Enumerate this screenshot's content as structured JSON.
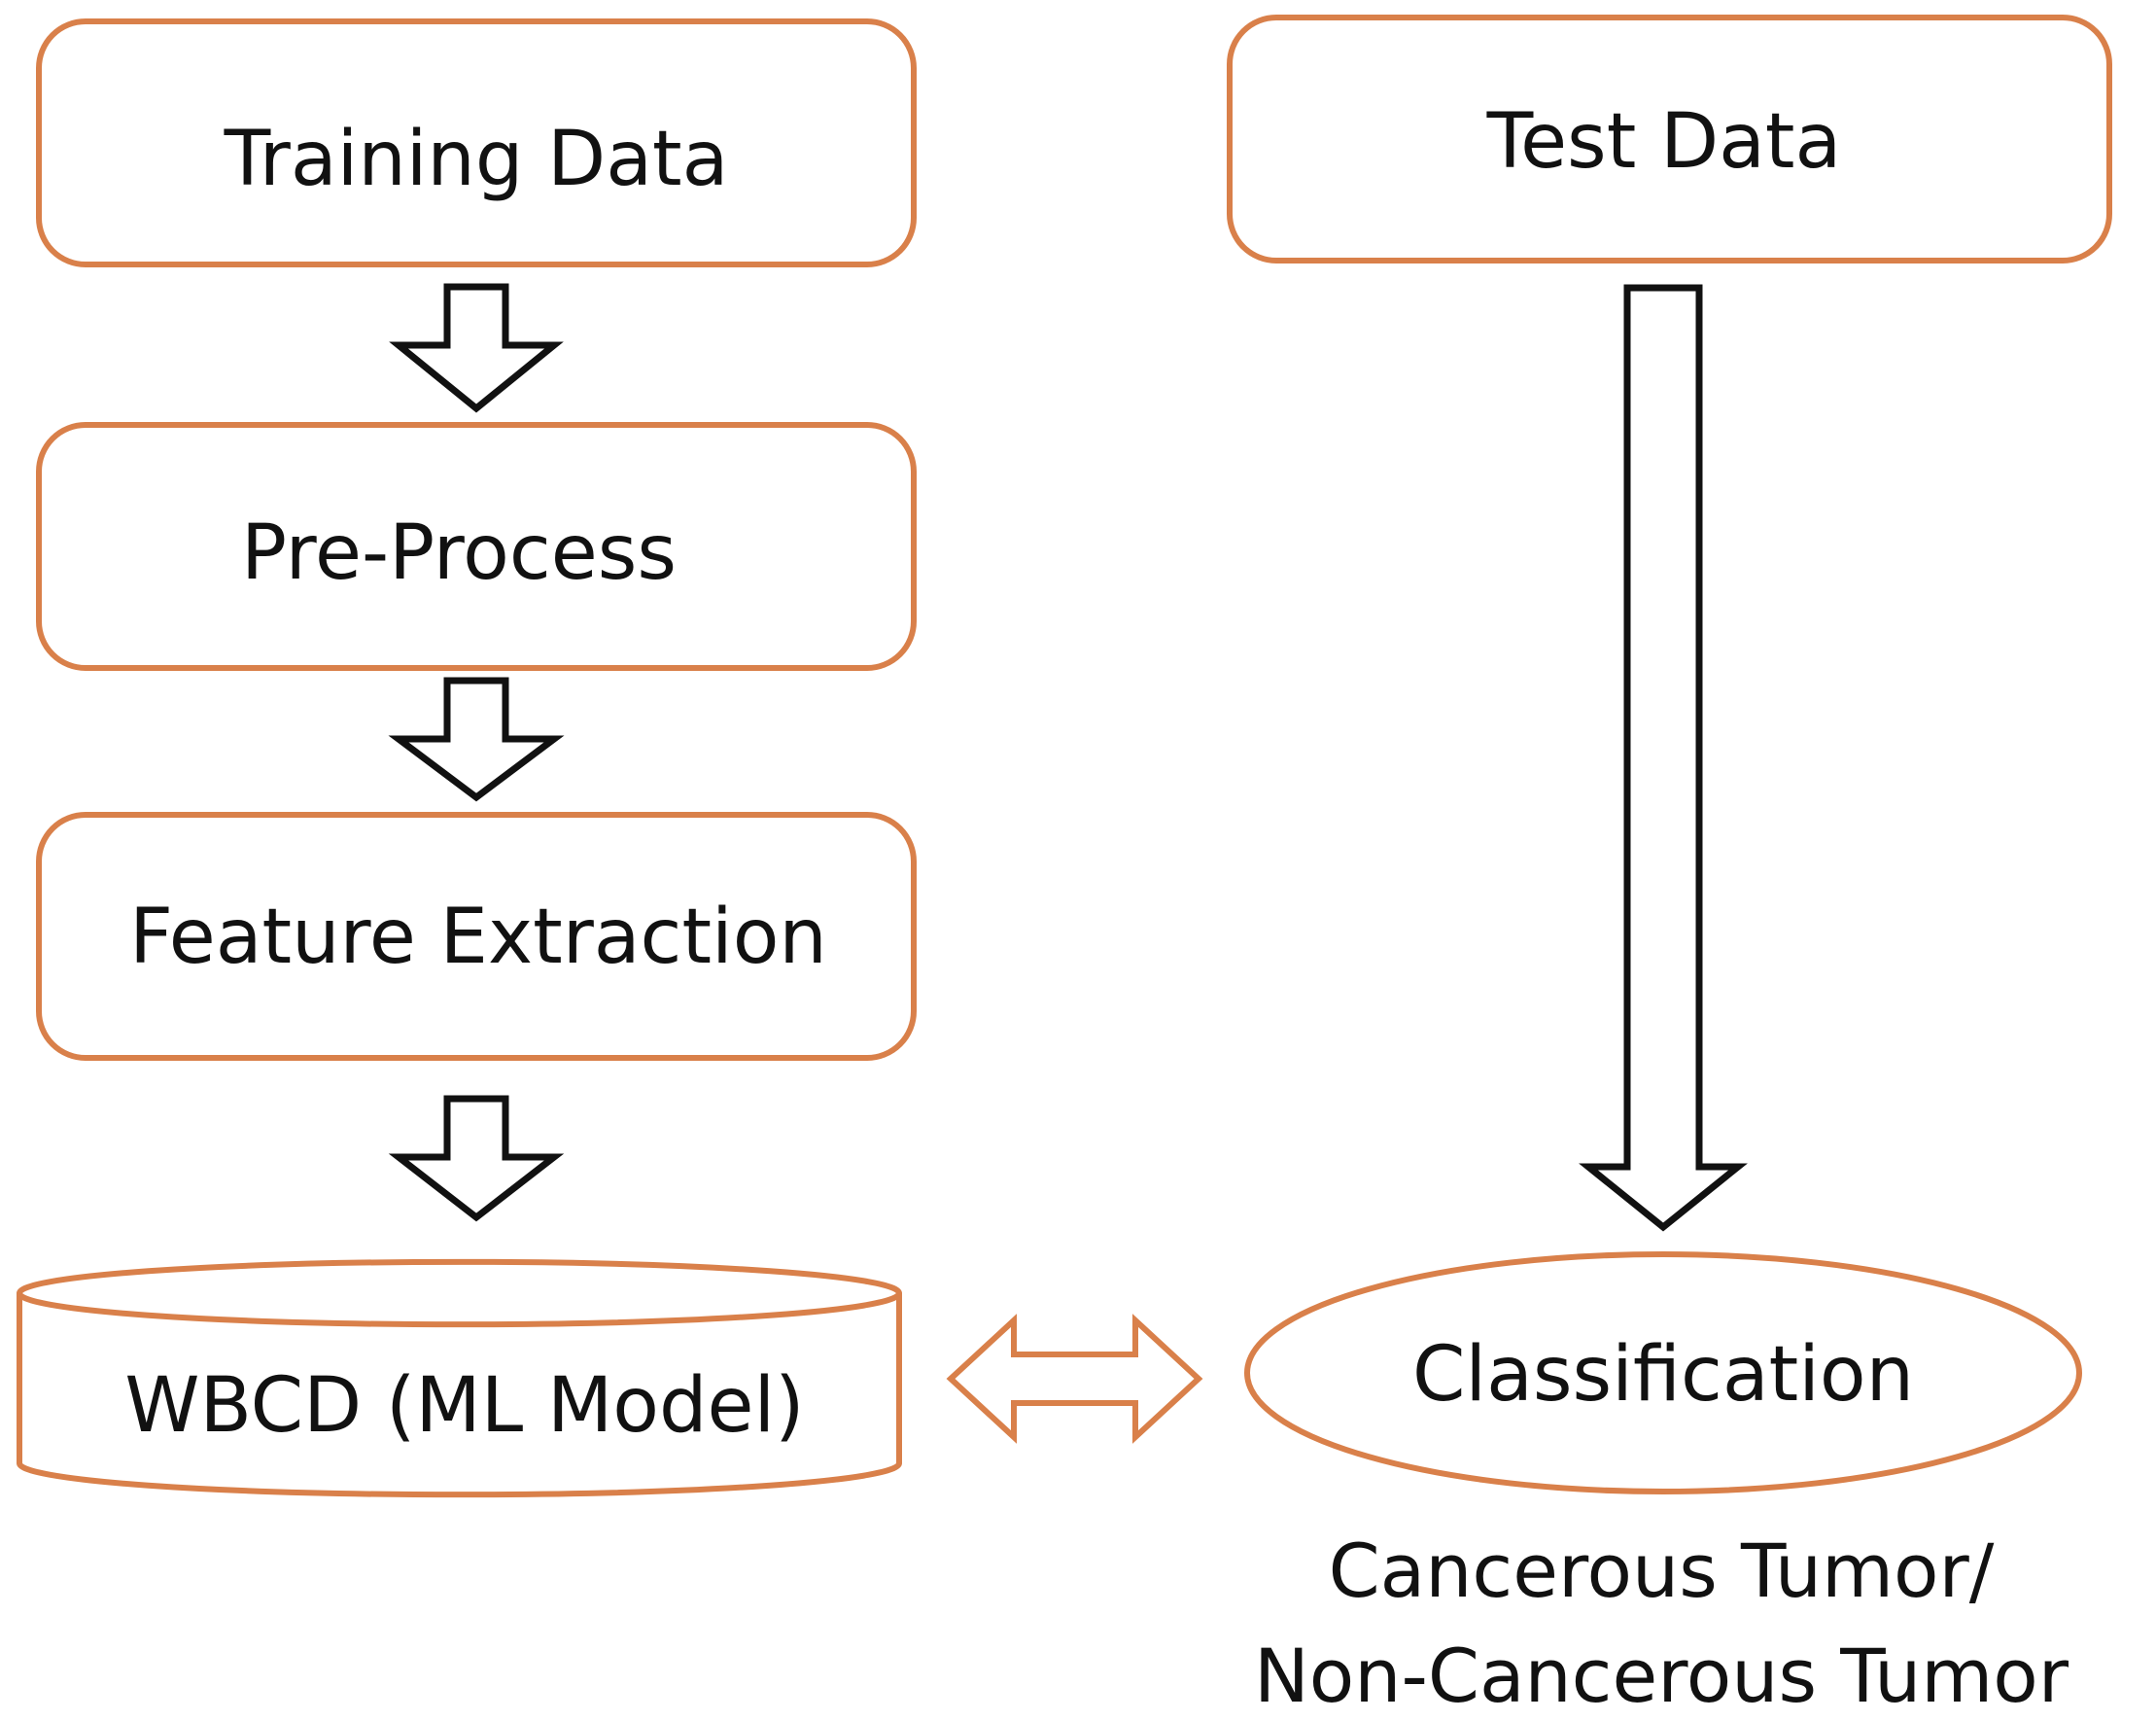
{
  "colors": {
    "node_border": "#D9804A",
    "arrow_stroke": "#111111",
    "double_arrow_stroke": "#D9804A",
    "text": "#111111",
    "background": "#FFFFFF"
  },
  "nodes": {
    "training_data": "Training Data",
    "pre_process": "Pre-Process",
    "feature_extraction": "Feature Extraction",
    "ml_model": "WBCD (ML Model)",
    "test_data": "Test Data",
    "classification": "Classification"
  },
  "output": {
    "line1": "Cancerous Tumor/",
    "line2": "Non-Cancerous Tumor"
  }
}
